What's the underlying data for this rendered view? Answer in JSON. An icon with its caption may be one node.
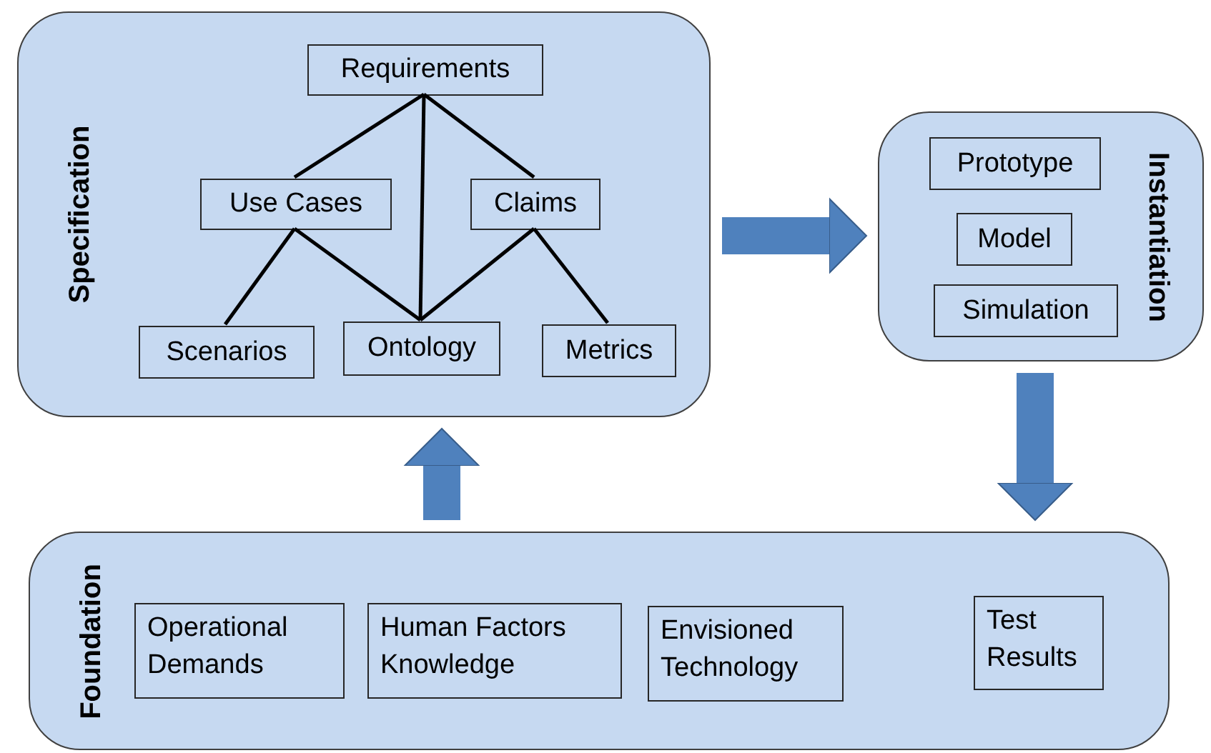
{
  "diagram": {
    "nodes": [
      {
        "text": [
          "Specification"
        ]
      },
      {
        "text": [
          "Requirements"
        ],
        "in": 0
      },
      {
        "text": [
          "Use Cases"
        ],
        "in": 0
      },
      {
        "text": [
          "Claims"
        ],
        "in": 0
      },
      {
        "text": [
          "Scenarios"
        ],
        "in": 0
      },
      {
        "text": [
          "Ontology"
        ],
        "in": 0
      },
      {
        "text": [
          "Metrics"
        ],
        "in": 0
      },
      {
        "text": [
          "Instantiation"
        ]
      },
      {
        "text": [
          "Prototype"
        ],
        "in": 7
      },
      {
        "text": [
          "Model"
        ],
        "in": 7
      },
      {
        "text": [
          "Simulation"
        ],
        "in": 7
      },
      {
        "text": [
          "Foundation"
        ]
      },
      {
        "text": [
          "Operational Demands"
        ],
        "in": 11
      },
      {
        "text": [
          "Human Factors Knowledge"
        ],
        "in": 11
      },
      {
        "text": [
          "Envisioned Technology"
        ],
        "in": 11
      },
      {
        "text": [
          "Test Results"
        ],
        "in": 11
      }
    ],
    "edges": [
      {
        "from": 1,
        "to": 2,
        "arrow": "none"
      },
      {
        "from": 1,
        "to": 3,
        "arrow": "none"
      },
      {
        "from": 1,
        "to": 5,
        "arrow": "none"
      },
      {
        "from": 2,
        "to": 4,
        "arrow": "none"
      },
      {
        "from": 2,
        "to": 5,
        "arrow": "none"
      },
      {
        "from": 3,
        "to": 5,
        "arrow": "none"
      },
      {
        "from": 3,
        "to": 6,
        "arrow": "none"
      },
      {
        "from": 0,
        "to": 7,
        "arrow": "to",
        "style": "thick",
        "color": "#4f81bd"
      },
      {
        "from": 7,
        "to": 11,
        "arrow": "to",
        "style": "thick",
        "color": "#4f81bd"
      },
      {
        "from": 11,
        "to": 0,
        "arrow": "to",
        "style": "thick",
        "color": "#4f81bd"
      }
    ]
  }
}
